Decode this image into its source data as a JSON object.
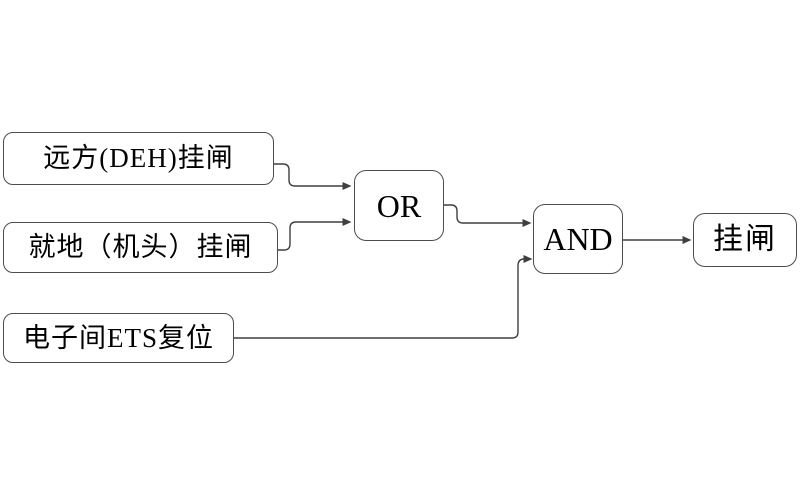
{
  "diagram": {
    "type": "logic-flow",
    "colors": {
      "background": "#ffffff",
      "line": "#3f3f3f",
      "border": "#4d4d4d",
      "text": "#000000",
      "fill": "#ffffff"
    },
    "nodes": {
      "remote_deh": {
        "label": "远方(DEH)挂闸",
        "role": "input"
      },
      "local_jitou": {
        "label": "就地（机头）挂闸",
        "role": "input"
      },
      "ets_reset": {
        "label": "电子间ETS复位",
        "role": "input"
      },
      "or_gate": {
        "label": "OR",
        "role": "gate"
      },
      "and_gate": {
        "label": "AND",
        "role": "gate"
      },
      "output_guazha": {
        "label": "挂闸",
        "role": "output"
      }
    },
    "connections": [
      {
        "from": "远方(DEH)挂闸",
        "to": "OR"
      },
      {
        "from": "就地（机头）挂闸",
        "to": "OR"
      },
      {
        "from": "OR",
        "to": "AND"
      },
      {
        "from": "电子间ETS复位",
        "to": "AND"
      },
      {
        "from": "AND",
        "to": "挂闸"
      }
    ]
  }
}
